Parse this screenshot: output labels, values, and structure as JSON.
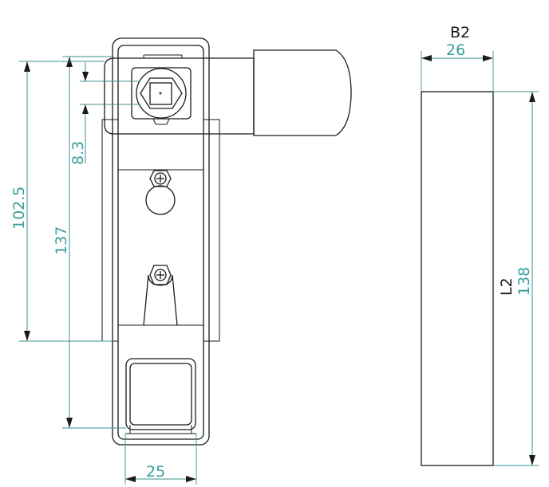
{
  "front_view": {
    "dimensions": {
      "overall_height": "137",
      "to_handle_bottom": "102.5",
      "small_offset": "8.3",
      "body_width": "25"
    }
  },
  "side_view": {
    "width_label": "B2",
    "width_value": "26",
    "length_label": "L2",
    "length_value": "138"
  },
  "colors": {
    "outline": "#1a1a1a",
    "dimension": "#3a9d9d"
  }
}
